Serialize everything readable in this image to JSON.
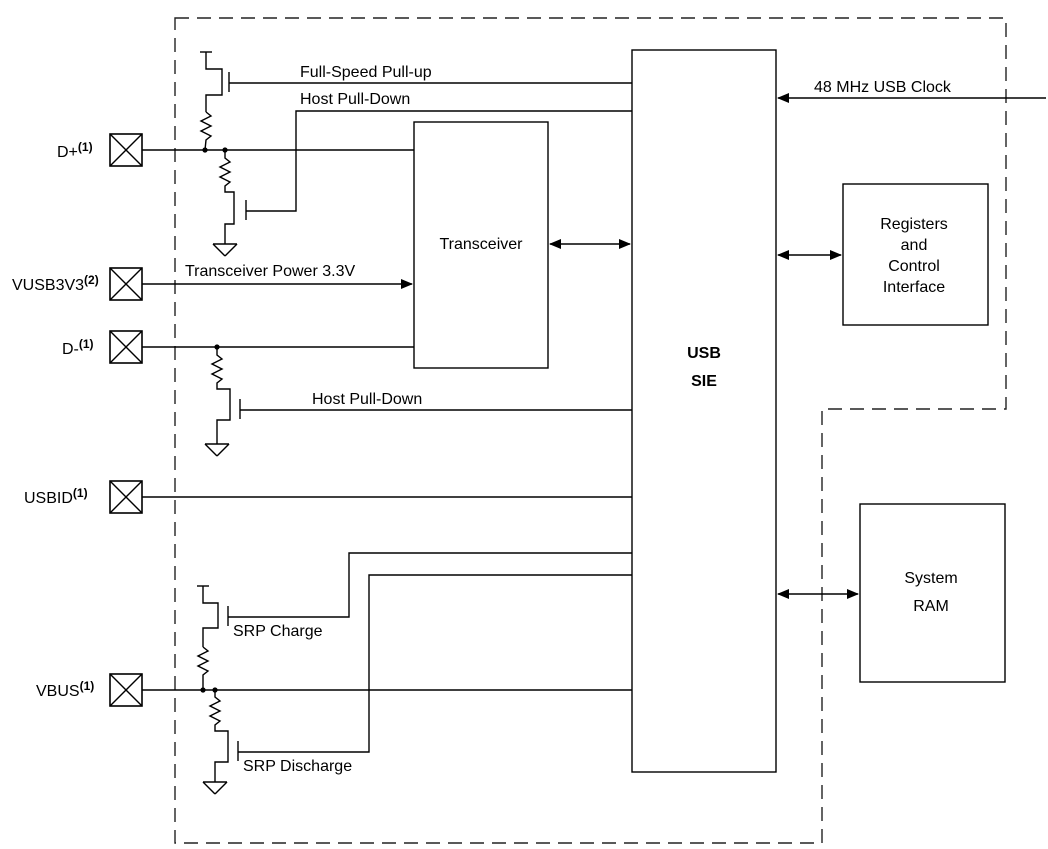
{
  "blocks": {
    "transceiver": "Transceiver",
    "usb_sie": [
      "USB",
      "SIE"
    ],
    "registers": [
      "Registers",
      "and",
      "Control",
      "Interface"
    ],
    "system_ram": [
      "System",
      "RAM"
    ]
  },
  "pins": {
    "dplus": {
      "name": "D+",
      "sup": "(1)"
    },
    "vusb3v3": {
      "name": "VUSB3V3",
      "sup": "(2)"
    },
    "dminus": {
      "name": "D-",
      "sup": "(1)"
    },
    "usbid": {
      "name": "USBID",
      "sup": "(1)"
    },
    "vbus": {
      "name": "VBUS",
      "sup": "(1)"
    }
  },
  "signals": {
    "full_speed_pullup": "Full-Speed Pull-up",
    "host_pulldown_dplus": "Host Pull-Down",
    "clock": "48 MHz USB Clock",
    "transceiver_power": "Transceiver Power 3.3V",
    "host_pulldown_dminus": "Host Pull-Down",
    "srp_charge": "SRP Charge",
    "srp_discharge": "SRP Discharge"
  }
}
